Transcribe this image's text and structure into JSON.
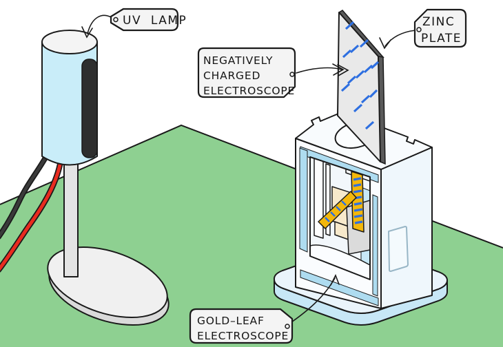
{
  "labels": {
    "uv_lamp": {
      "text": "UV  LAMP"
    },
    "zinc_plate": {
      "line1": "ZINC",
      "line2": "PLATE"
    },
    "negative_electroscope": {
      "line1": "NEGATIVELY",
      "line2": "CHARGED",
      "line3": "ELECTROSCOPE"
    },
    "gold_leaf_electroscope": {
      "line1": "GOLD–LEAF",
      "line2": "ELECTROSCOPE"
    }
  },
  "colors": {
    "table_green": "#8ED091",
    "lamp_blue": "#C9EDF9",
    "lamp_window": "#2E2E2E",
    "wire_red": "#E92B1F",
    "plate_gray": "#E9E9E9",
    "plate_edge": "#5A5A5A",
    "charge_blue": "#2E6FE0",
    "gold": "#F3B70B",
    "cream": "#F7E9CB",
    "frame_blue": "#AEDCF0",
    "face_pale": "#EFF7FC",
    "base_top": "#EAF4FB",
    "base_side": "#C7E7F6",
    "metal_gray": "#DBDBDB",
    "label_fill": "#F4F4F4"
  }
}
